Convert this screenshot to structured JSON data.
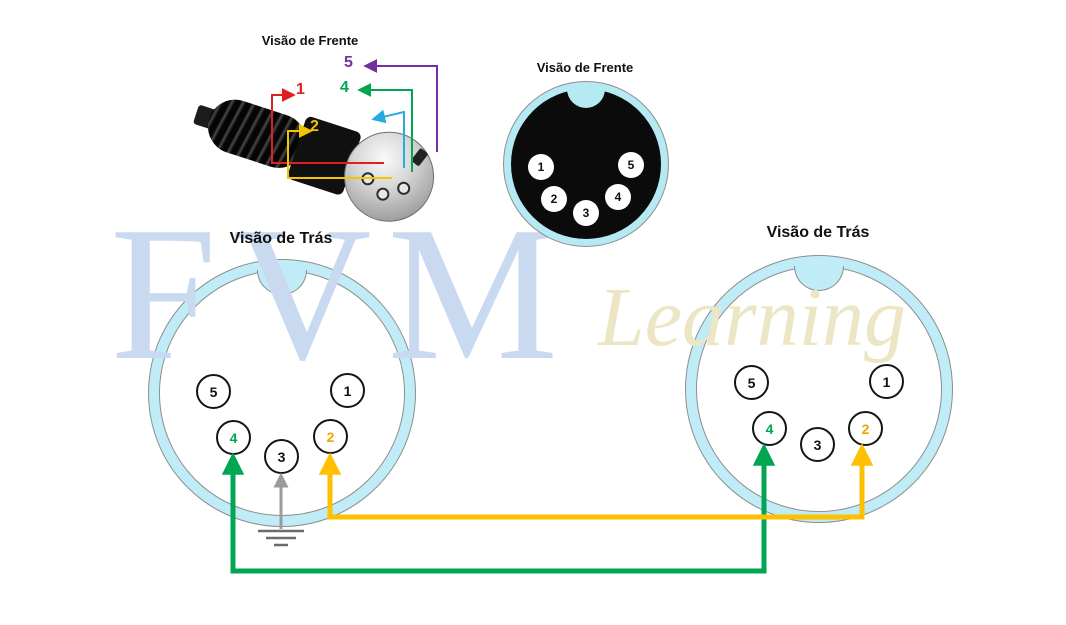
{
  "watermark": {
    "fvm": "FVM",
    "learning": "Learning"
  },
  "photo": {
    "label": "Visão de Frente",
    "pin_labels": {
      "pin5": "5",
      "pin4": "4",
      "pin1": "1",
      "pin2": "2"
    }
  },
  "front_view": {
    "label": "Visão de Frente",
    "pins": [
      "1",
      "2",
      "3",
      "4",
      "5"
    ]
  },
  "rear_left": {
    "label": "Visão de Trás",
    "pins": [
      "5",
      "1",
      "4",
      "3",
      "2"
    ]
  },
  "rear_right": {
    "label": "Visão de Trás",
    "pins": [
      "5",
      "1",
      "4",
      "3",
      "2"
    ]
  },
  "colors": {
    "ring_cyan": "#b5eaf5",
    "wire_green": "#00a651",
    "wire_yellow": "#ffc000",
    "ground_gray": "#9b9b9b",
    "pin4_label": "#00a651",
    "pin2_label": "#f0a500",
    "arrow_red": "#e02020",
    "arrow_yellow": "#ffd400",
    "arrow_green": "#00a651",
    "arrow_purple": "#7030a0",
    "arrow_cyan": "#29abe2"
  }
}
